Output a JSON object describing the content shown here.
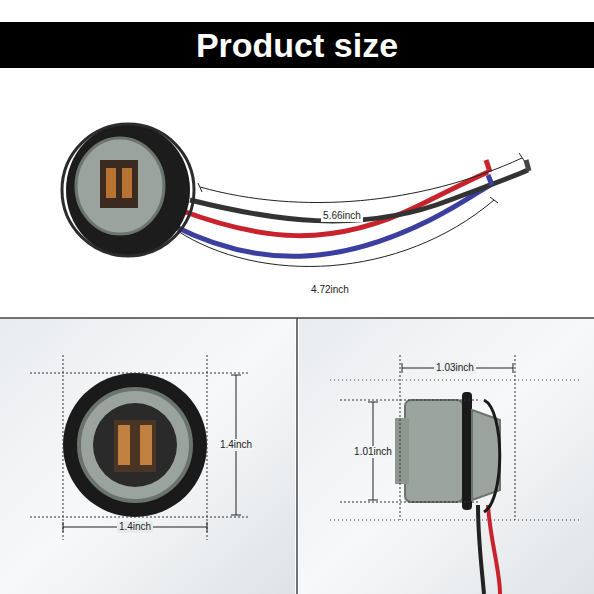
{
  "diagram": {
    "title": "Product size",
    "labels": [
      "5.66inch",
      "4.72inch",
      "1.4inch",
      "1.4inch",
      "1.01inch",
      "1.03inch"
    ]
  }
}
